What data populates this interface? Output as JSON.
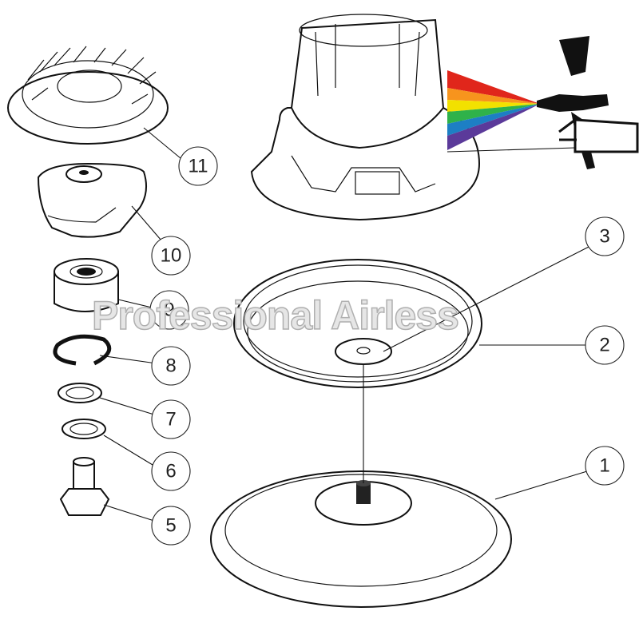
{
  "watermark": "Professional Airless",
  "callouts": [
    "1",
    "2",
    "3",
    "5",
    "6",
    "7",
    "8",
    "9",
    "10",
    "11"
  ],
  "spray_colors": [
    "#e0261b",
    "#f7941d",
    "#f2e100",
    "#2fb24a",
    "#1d7fc4",
    "#5b3a9a"
  ]
}
